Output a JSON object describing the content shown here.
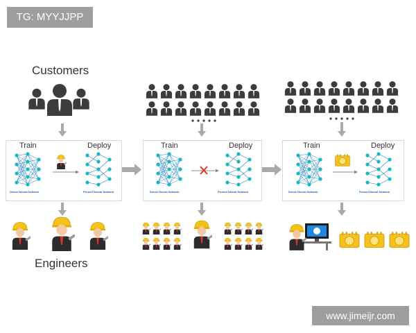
{
  "watermark_tag": "TG: MYYJJPP",
  "watermark_url": "www.jimeijr.com",
  "headings": {
    "customers": "Customers",
    "engineers": "Engineers"
  },
  "panels": [
    {
      "train": "Train",
      "deploy": "Deploy",
      "caption_left": "Dense Neural Network",
      "caption_right": "Pruned Neural Network"
    },
    {
      "train": "Train",
      "deploy": "Deploy",
      "caption_left": "Dense Neural Network",
      "caption_right": "Pruned Neural Network"
    },
    {
      "train": "Train",
      "deploy": "Deploy",
      "caption_left": "Dense Neural Network",
      "caption_right": "Pruned Neural Network"
    }
  ],
  "colors": {
    "node": "#19b6c4",
    "edge": "#1a7fc4",
    "crowd": "#3c3c3c",
    "arrow": "#a9a9a9",
    "cross": "#e0302a",
    "chip": "#f5c21b"
  },
  "icons": [
    "person-icon",
    "engineer-icon",
    "chip-icon",
    "computer-icon",
    "cross-icon",
    "arrow-icon"
  ]
}
